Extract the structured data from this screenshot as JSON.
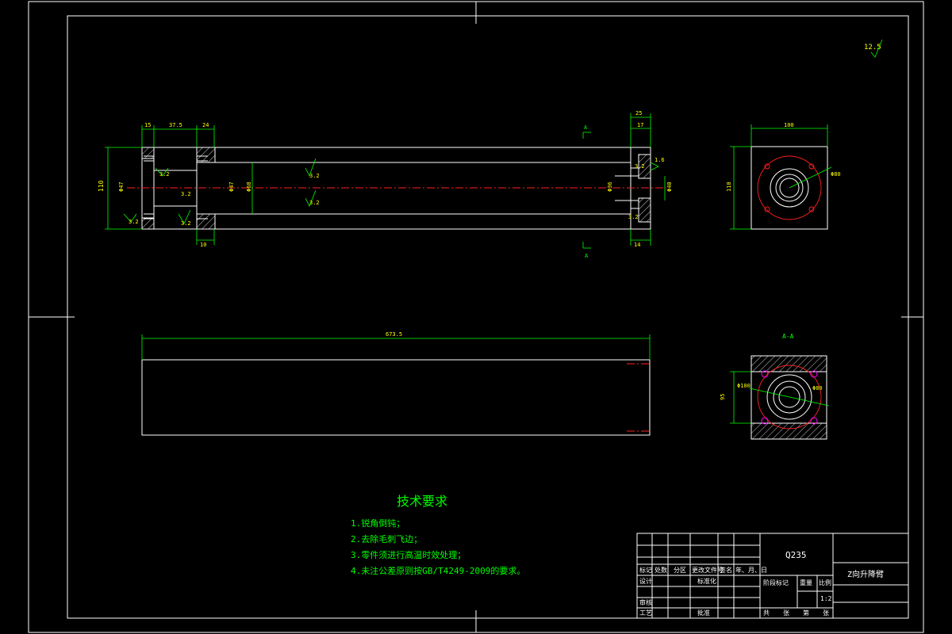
{
  "notes": {
    "title": "技术要求",
    "items": [
      "1.锐角倒钝；",
      "2.去除毛刺飞边；",
      "3.零件须进行高温时效处理；",
      "4.未注公差原则按GB/T4249-2009的要求。"
    ]
  },
  "roughness": "12.5",
  "section_label": "A-A",
  "section_marks": [
    "A",
    "A"
  ],
  "dimensions": {
    "front_top": [
      "15",
      "37.5",
      "24"
    ],
    "front_right_top": [
      "25",
      "17"
    ],
    "front_bottom": [
      "10"
    ],
    "front_right_bottom": [
      "14"
    ],
    "height": "110",
    "inner": [
      "Φ47",
      "Φ68",
      "Φ47",
      "Φ40",
      "Φ36"
    ],
    "bottom_length": "673.5",
    "side_width": "100",
    "side_height": "110",
    "side_circle": "Φ80",
    "section_height": "95",
    "section_diameters": [
      "Φ100",
      "Φ80"
    ]
  },
  "roughness_marks": [
    "3.2",
    "3.2",
    "3.2",
    "3.2",
    "3.2",
    "1.6",
    "3.2",
    "3.2",
    "3.2"
  ],
  "title_block": {
    "material": "Q235",
    "part_name": "Z向升降臂",
    "scale_label": "比例",
    "scale": "1:2",
    "weight_label": "重量",
    "stage_label": "阶段标记",
    "header": [
      "标记",
      "处数",
      "分区",
      "更改文件号",
      "签名",
      "年、月、日"
    ],
    "row_design": [
      "设计",
      "标准化"
    ],
    "row_review": "审核",
    "row_process": [
      "工艺",
      "批准"
    ],
    "sheets": [
      "共",
      "张",
      "第",
      "张"
    ]
  }
}
